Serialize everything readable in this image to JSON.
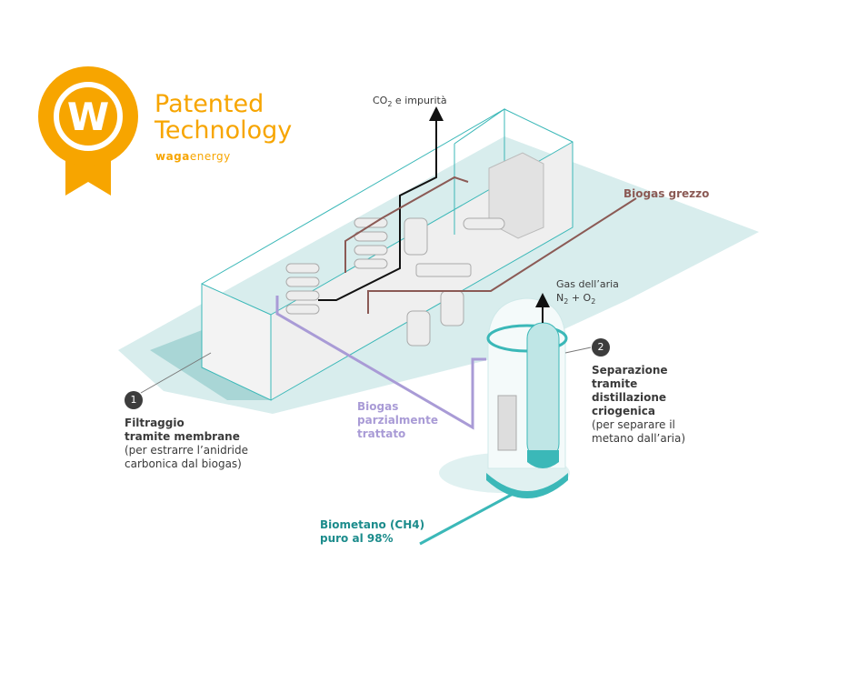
{
  "badge": {
    "title_line1": "Patented",
    "title_line2": "Technology",
    "brand_bold": "waga",
    "brand_light": "energy",
    "logo_letter": "W"
  },
  "labels": {
    "co2": {
      "prefix": "CO",
      "sub": "2",
      "suffix": " e impurità"
    },
    "biogas_grezzo": "Biogas grezzo",
    "gas_aria": {
      "line1": "Gas dell’aria",
      "n": "N",
      "n_sub": "2",
      "plus": " + O",
      "o_sub": "2"
    },
    "step1": {
      "number": "1",
      "title1": "Filtraggio",
      "title2": "tramite membrane",
      "desc1": "(per estrarre l’anidride",
      "desc2": "carbonica dal biogas)"
    },
    "step2": {
      "number": "2",
      "title1": "Separazione",
      "title2": "tramite",
      "title3": "distillazione",
      "title4": "criogenica",
      "desc1": "(per separare il",
      "desc2": "metano dall’aria)"
    },
    "biogas_parz": {
      "line1": "Biogas",
      "line2": "parzialmente",
      "line3": "trattato"
    },
    "biometano": {
      "line1": "Biometano (CH4)",
      "line2": "puro al 98%"
    }
  },
  "colors": {
    "orange": "#F7A500",
    "teal": "#3BB8B8",
    "brown": "#8B5A55",
    "purple": "#A99BD6",
    "floor": "#D8EDED",
    "dark_teal": "#1C8C8C"
  }
}
